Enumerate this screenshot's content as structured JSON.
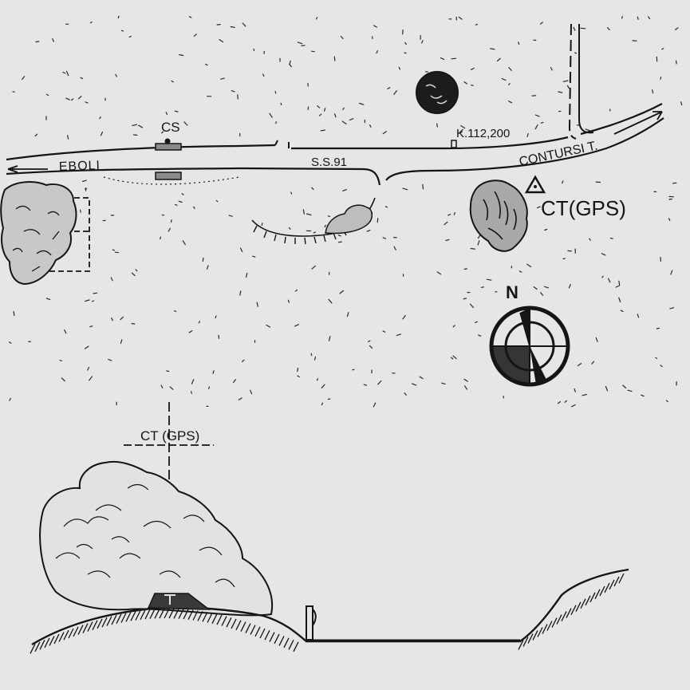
{
  "plan": {
    "labels": {
      "eboli": "EBOLI",
      "ss91": "S.S.91",
      "cs": "CS",
      "km_marker": "K.112,200",
      "contursi": "CONTURSI T.",
      "station": "CT(GPS)",
      "north": "N"
    }
  },
  "profile": {
    "labels": {
      "station": "CT (GPS)"
    }
  },
  "colors": {
    "paper": "#e6e6e6",
    "ink": "#151515"
  },
  "icons": {
    "compass": "compass-rose-icon",
    "station": "triangle-station-icon",
    "direction": "arrow-icon"
  }
}
